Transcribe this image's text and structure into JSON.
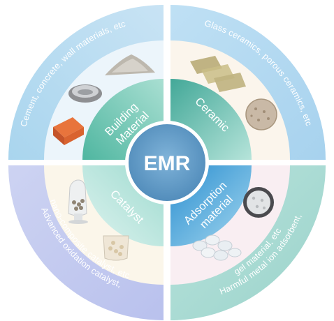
{
  "center": {
    "label": "EMR"
  },
  "quadrants": {
    "top_left": {
      "label_line1": "Building",
      "label_line2": "Material",
      "examples": "Cement, concrete, wall materials, etc",
      "colors": {
        "outer": "#b9d9f0",
        "inner": "#5dbfa8"
      },
      "image_icons": [
        "powder-pile-icon",
        "dish-icon",
        "brick-icon"
      ]
    },
    "top_right": {
      "label_line1": "Ceramic",
      "examples": "Glass ceramics, porous ceramics, etc",
      "colors": {
        "outer": "#b9d9f0",
        "inner": "#5dbfa8"
      },
      "image_icons": [
        "glass-tiles-icon",
        "porous-disc-icon"
      ]
    },
    "bottom_left": {
      "label_line1": "Catalyst",
      "examples_line1": "Advanced oxidation catalyst,",
      "examples_line2": "nano-composite catalyst, etc",
      "colors": {
        "outer": "#c6cdf0",
        "inner": "#bfe7df"
      },
      "image_icons": [
        "vial-icon",
        "beaker-icon"
      ]
    },
    "bottom_right": {
      "label_line1": "Adsorption",
      "label_line2": "material",
      "examples_line1": "Harmful metal ion adsorbent,",
      "examples_line2": "gel material, etc",
      "colors": {
        "outer": "#a8dad4",
        "inner": "#4a9fd6"
      },
      "image_icons": [
        "petri-dish-icon",
        "gel-beads-icon"
      ]
    }
  },
  "center_colors": {
    "fill": "#5b97c4",
    "ring": "#ffffff"
  }
}
